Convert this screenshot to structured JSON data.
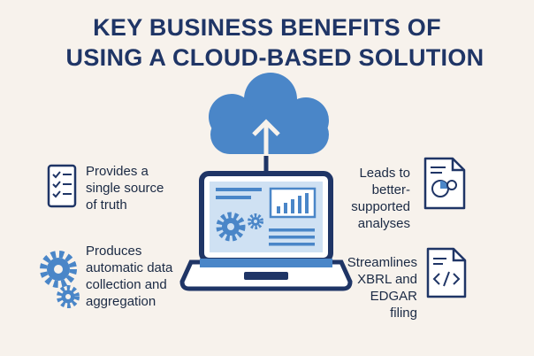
{
  "title": {
    "line1": "KEY BUSINESS BENEFITS OF",
    "line2": "USING A CLOUD-BASED SOLUTION"
  },
  "benefits": [
    {
      "text": "Provides a single source of truth",
      "lines": [
        "Provides a",
        "single source",
        "of truth"
      ],
      "icon": "checklist-icon"
    },
    {
      "text": "Produces automatic data collection and aggregation",
      "lines": [
        "Produces",
        "automatic data",
        "collection and",
        "aggregation"
      ],
      "icon": "gears-icon"
    },
    {
      "text": "Leads to better-supported analyses",
      "lines": [
        "Leads to",
        "better-",
        "supported",
        "analyses"
      ],
      "icon": "chart-document-icon"
    },
    {
      "text": "Streamlines XBRL and EDGAR filing",
      "lines": [
        "Streamlines",
        "XBRL and",
        "EDGAR",
        "filing"
      ],
      "icon": "code-document-icon"
    }
  ],
  "colors": {
    "navy": "#1f3566",
    "blue": "#4a86c8",
    "light_blue": "#cfe1f3",
    "background": "#f7f2ec"
  }
}
